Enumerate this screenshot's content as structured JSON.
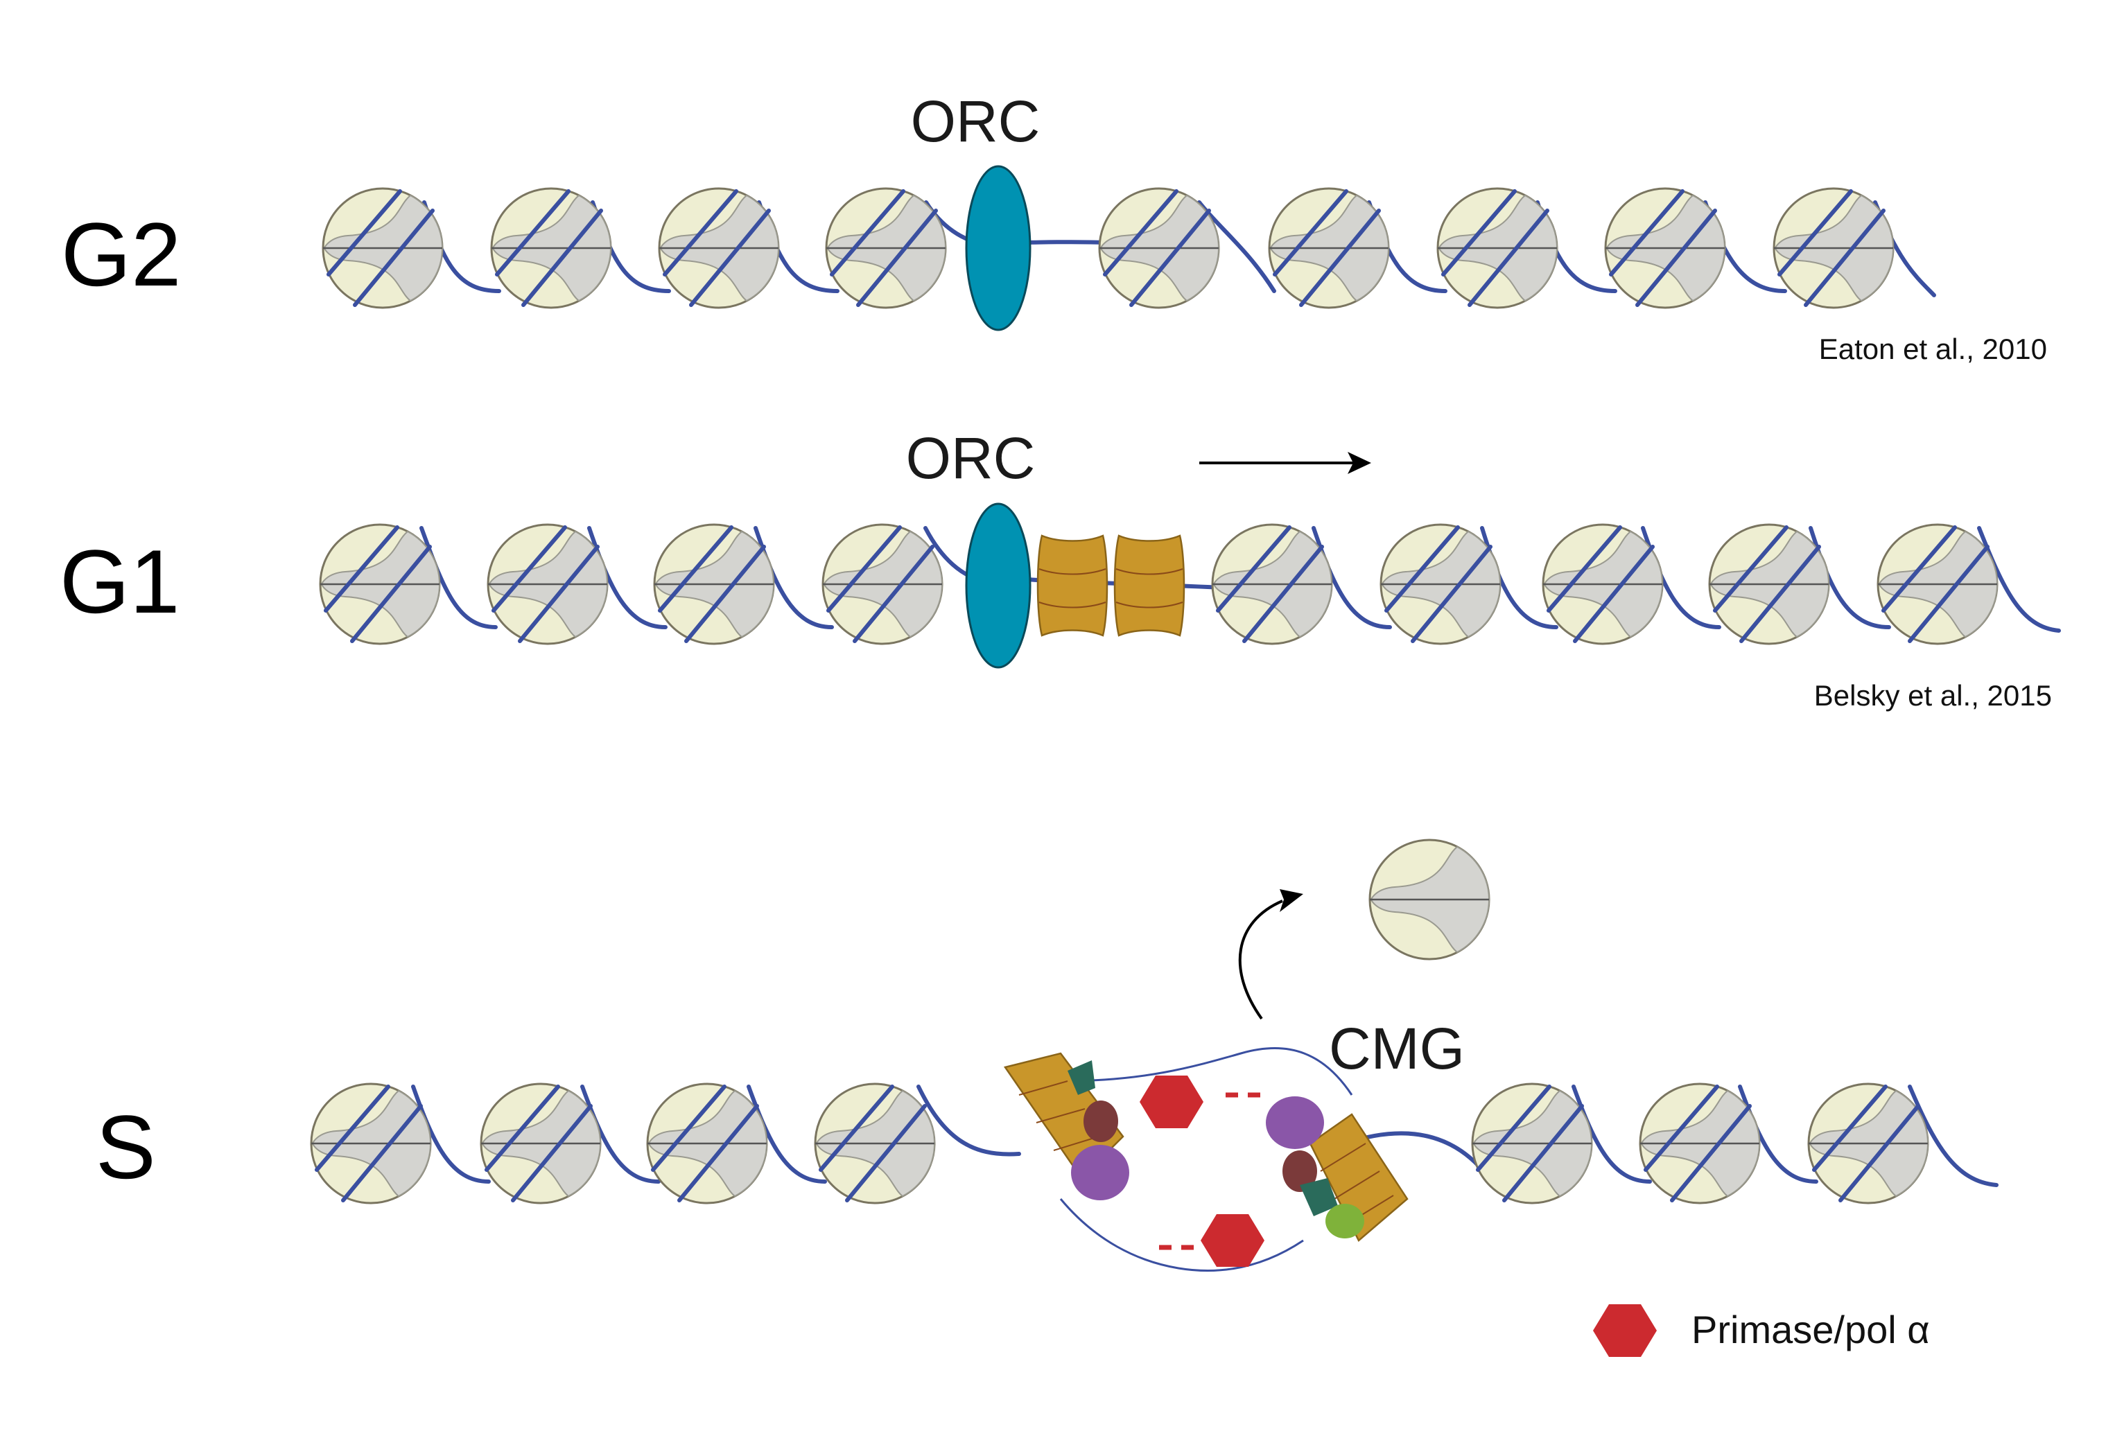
{
  "rows": {
    "g2": {
      "phase_label": "G2",
      "orc_label": "ORC",
      "citation": "Eaton et al., 2010"
    },
    "g1": {
      "phase_label": "G1",
      "orc_label": "ORC",
      "citation": "Belsky et al., 2015"
    },
    "s": {
      "phase_label": "S",
      "cmg_label": "CMG"
    }
  },
  "legend": {
    "label": "Primase/pol α"
  },
  "colors": {
    "dna": "#3a4fa0",
    "nucleosome_fill": "#eeeed2",
    "nucleosome_gray": "#cfcfcf",
    "orc": "#0092b2",
    "mcm": "#c9962a",
    "primase": "#cc2a2f",
    "purple": "#8a56a8",
    "teal": "#2a6b5b",
    "green": "#7fb23a",
    "maroon": "#7b3a3a"
  }
}
